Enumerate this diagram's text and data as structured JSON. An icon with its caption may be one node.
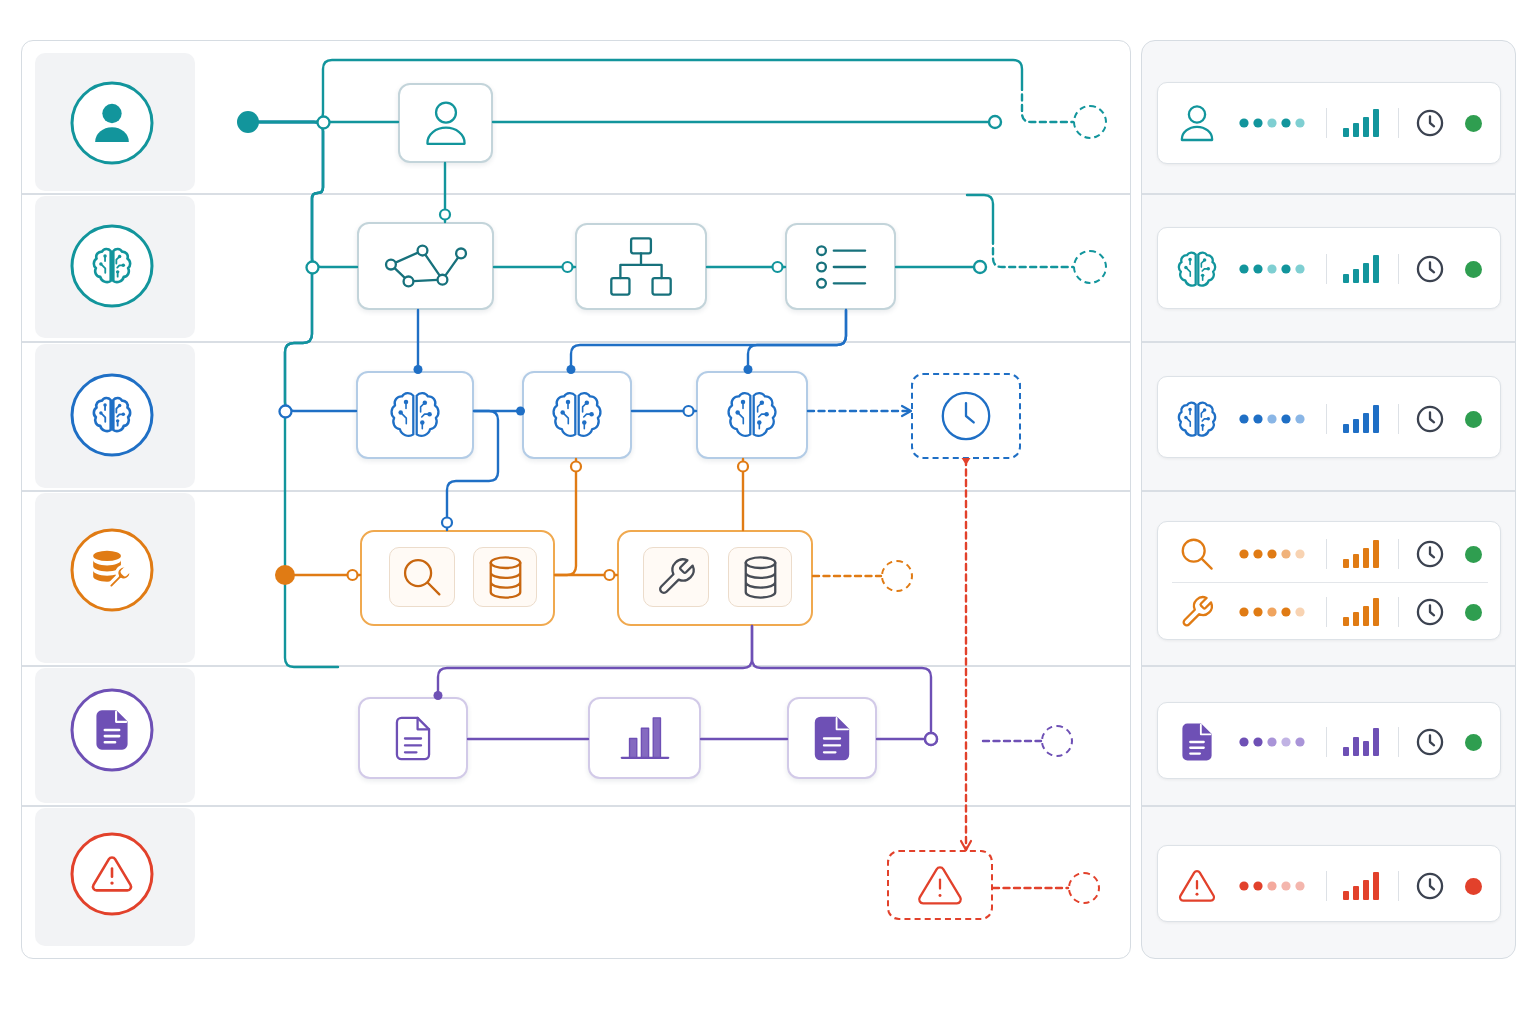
{
  "diagram": {
    "nodes": [
      {
        "text": [],
        "shape": "circle"
      },
      {
        "text": [],
        "shape": "box"
      },
      {
        "text": [],
        "shape": "circle"
      },
      {
        "text": [],
        "shape": "box"
      },
      {
        "text": [],
        "shape": "box"
      },
      {
        "text": [],
        "shape": "box"
      },
      {
        "text": [],
        "shape": "circle"
      },
      {
        "text": [],
        "shape": "box"
      },
      {
        "text": [],
        "shape": "box"
      },
      {
        "text": [],
        "shape": "box"
      },
      {
        "text": [],
        "shape": "box"
      },
      {
        "text": [],
        "shape": "circle"
      },
      {
        "text": [],
        "shape": "box"
      },
      {
        "text": [],
        "shape": "box",
        "in": 12
      },
      {
        "text": [],
        "shape": "box",
        "in": 12
      },
      {
        "text": [],
        "shape": "box"
      },
      {
        "text": [],
        "shape": "box",
        "in": 15
      },
      {
        "text": [],
        "shape": "box",
        "in": 15
      },
      {
        "text": [],
        "shape": "circle"
      },
      {
        "text": [],
        "shape": "box"
      },
      {
        "text": [],
        "shape": "box"
      },
      {
        "text": [],
        "shape": "box"
      },
      {
        "text": [],
        "shape": "circle"
      },
      {
        "text": [],
        "shape": "box"
      },
      {
        "text": [],
        "shape": "circle"
      }
    ],
    "edges": [
      {
        "from": 0,
        "to": 1,
        "arrow": "none"
      },
      {
        "from": 1,
        "to": null,
        "arrow": "other"
      },
      {
        "from": 0,
        "to": 2,
        "arrow": "none",
        "style": "dashed"
      },
      {
        "from": 1,
        "to": 3,
        "arrow": "other"
      },
      {
        "from": 0,
        "to": 3,
        "arrow": "none"
      },
      {
        "from": 0,
        "to": 7,
        "arrow": "none",
        "color": "#1f6fc5"
      },
      {
        "from": 0,
        "to": null,
        "arrow": "none"
      },
      {
        "from": 3,
        "to": 4,
        "arrow": "other"
      },
      {
        "from": 4,
        "to": 5,
        "arrow": "other"
      },
      {
        "from": 5,
        "to": null,
        "arrow": "other"
      },
      {
        "from": null,
        "to": 6,
        "arrow": "none",
        "style": "dashed"
      },
      {
        "from": 3,
        "to": 7,
        "arrow": "other",
        "color": "#1f6fc5"
      },
      {
        "from": 5,
        "to": 8,
        "arrow": "other",
        "color": "#1f6fc5"
      },
      {
        "from": 5,
        "to": 9,
        "arrow": "other",
        "color": "#1f6fc5"
      },
      {
        "from": 7,
        "to": 8,
        "arrow": "other",
        "color": "#1f6fc5"
      },
      {
        "from": 7,
        "to": 12,
        "arrow": "other",
        "color": "#1f6fc5"
      },
      {
        "from": 8,
        "to": 9,
        "arrow": "other",
        "color": "#1f6fc5"
      },
      {
        "from": 9,
        "to": 10,
        "arrow": "to",
        "style": "dashed",
        "color": "#1f6fc5"
      },
      {
        "from": 10,
        "to": 23,
        "arrow": "to",
        "style": "dashed",
        "color": "#e2412b"
      },
      {
        "from": 11,
        "to": 12,
        "arrow": "other",
        "color": "#e07b14"
      },
      {
        "from": 12,
        "to": 15,
        "arrow": "other",
        "color": "#e07b14"
      },
      {
        "from": 12,
        "to": 8,
        "arrow": "other",
        "color": "#e07b14"
      },
      {
        "from": 15,
        "to": 9,
        "arrow": "other",
        "color": "#e07b14"
      },
      {
        "from": 15,
        "to": 18,
        "arrow": "none",
        "style": "dashed",
        "color": "#e07b14"
      },
      {
        "from": 15,
        "to": 19,
        "arrow": "other",
        "color": "#6e50b5"
      },
      {
        "from": 15,
        "to": null,
        "arrow": "other",
        "color": "#6e50b5"
      },
      {
        "from": 19,
        "to": 20,
        "arrow": "none",
        "color": "#6e50b5"
      },
      {
        "from": 20,
        "to": 21,
        "arrow": "none",
        "color": "#6e50b5"
      },
      {
        "from": 21,
        "to": null,
        "arrow": "other",
        "color": "#6e50b5"
      },
      {
        "from": null,
        "to": 22,
        "arrow": "none",
        "style": "dashed",
        "color": "#6e50b5"
      },
      {
        "from": 23,
        "to": 24,
        "arrow": "none",
        "style": "dashed",
        "color": "#e2412b"
      }
    ]
  }
}
